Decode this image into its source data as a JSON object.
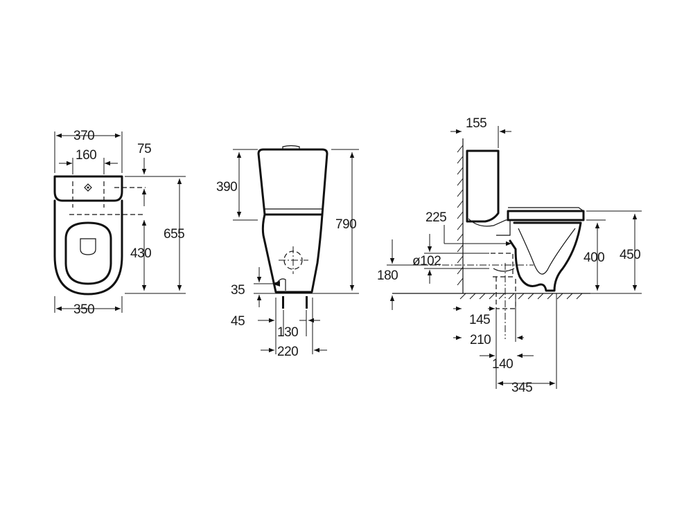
{
  "top_view": {
    "dimensions": {
      "width_tank": "370",
      "fixing_holes": "160",
      "tank_offset": "75",
      "overall_depth": "655",
      "holes_to_front": "430",
      "bowl_width": "350"
    },
    "icons": [
      "toilet-top-view-icon"
    ]
  },
  "front_view": {
    "dimensions": {
      "tank_height": "390",
      "overall_height": "790",
      "inlet_height": "35",
      "inlet_offset": "45",
      "fixings_spacing": "130",
      "base_width": "220"
    },
    "icons": [
      "toilet-front-view-icon"
    ]
  },
  "side_view": {
    "dimensions": {
      "tank_depth": "155",
      "outlet_axis": "225",
      "outlet_diameter": "ø102",
      "outlet_height": "180",
      "seat_height": "400",
      "rim_height": "450",
      "floor_outlet_1": "145",
      "floor_outlet_2": "210",
      "floor_outlet_3": "140",
      "floor_outlet_4": "345"
    },
    "icons": [
      "toilet-side-view-icon",
      "wall-hatch-icon",
      "floor-hatch-icon"
    ]
  },
  "colors": {
    "line": "#111111",
    "background": "#ffffff"
  }
}
